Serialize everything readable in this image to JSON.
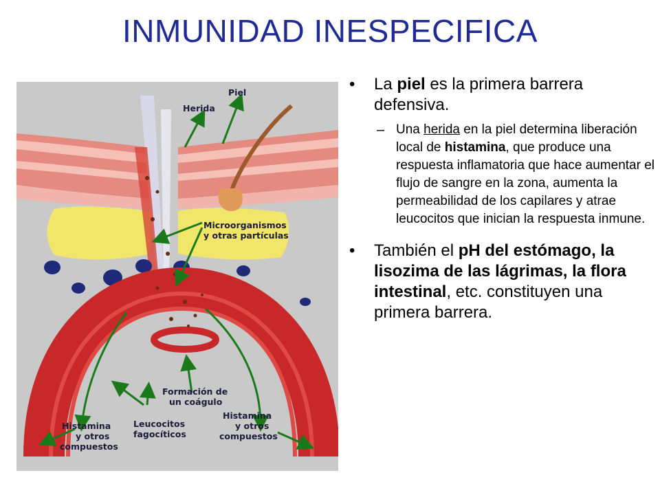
{
  "title": "INMUNIDAD INESPECIFICA",
  "bullet_char": "•",
  "dash_char": "–",
  "bullet1": {
    "pre": "La ",
    "bold": "piel",
    "post": " es la primera barrera defensiva."
  },
  "sub1": {
    "pre": "Una ",
    "underline": "herida",
    "mid": " en la piel determina liberación local de ",
    "bold": "histamina",
    "post": ", que produce una respuesta inflamatoria que hace aumentar el flujo de sangre en la zona, aumenta la permeabilidad de los capilares y atrae leucocitos que inician la respuesta inmune."
  },
  "bullet2": {
    "pre": "También el ",
    "bold": "pH del estómago, la lisozima de las lágrimas, la flora intestinal",
    "post": ", etc. constituyen una primera barrera."
  },
  "figure_labels": {
    "piel": "Piel",
    "herida": "Herida",
    "micro1": "Microorganismos",
    "micro2": "y otras partículas",
    "coag1": "Formación de",
    "coag2": "un coágulo",
    "hist_l1": "Histamina",
    "hist_l2": "y otros",
    "hist_l3": "compuestos",
    "leuco1": "Leucocitos",
    "leuco2": "fagocíticos",
    "hist_r1": "Histamina",
    "hist_r2": "y otros",
    "hist_r3": "compuestos"
  },
  "colors": {
    "title": "#1f2a94",
    "arrow": "#1a7a1a",
    "vessel": "#c8282a",
    "fat": "#f2e66a"
  }
}
